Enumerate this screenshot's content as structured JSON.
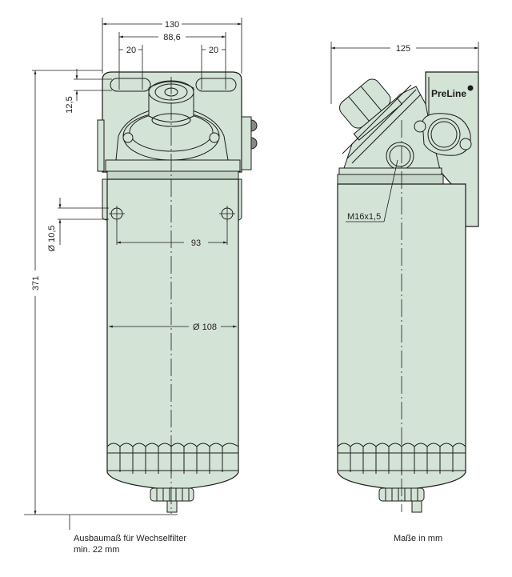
{
  "drawing": {
    "fill_color": "#d3e3d6",
    "line_color": "#1c1c1c",
    "front_view": {
      "dims": {
        "overall_width": "130",
        "hole_spacing_top": "88,6",
        "slot_left": "20",
        "slot_right": "20",
        "slot_height": "12,5",
        "mount_hole_dia": "Ø 10,5",
        "mount_hole_spacing": "93",
        "bowl_diameter": "Ø 108",
        "overall_height": "371"
      },
      "note_line1": "Ausbaumaß für Wechselfilter",
      "note_line2": "min. 22 mm"
    },
    "side_view": {
      "dims": {
        "overall_depth": "125",
        "thread": "M16x1,5"
      },
      "brand_label": "PreLine",
      "units_note": "Maße in mm"
    }
  }
}
